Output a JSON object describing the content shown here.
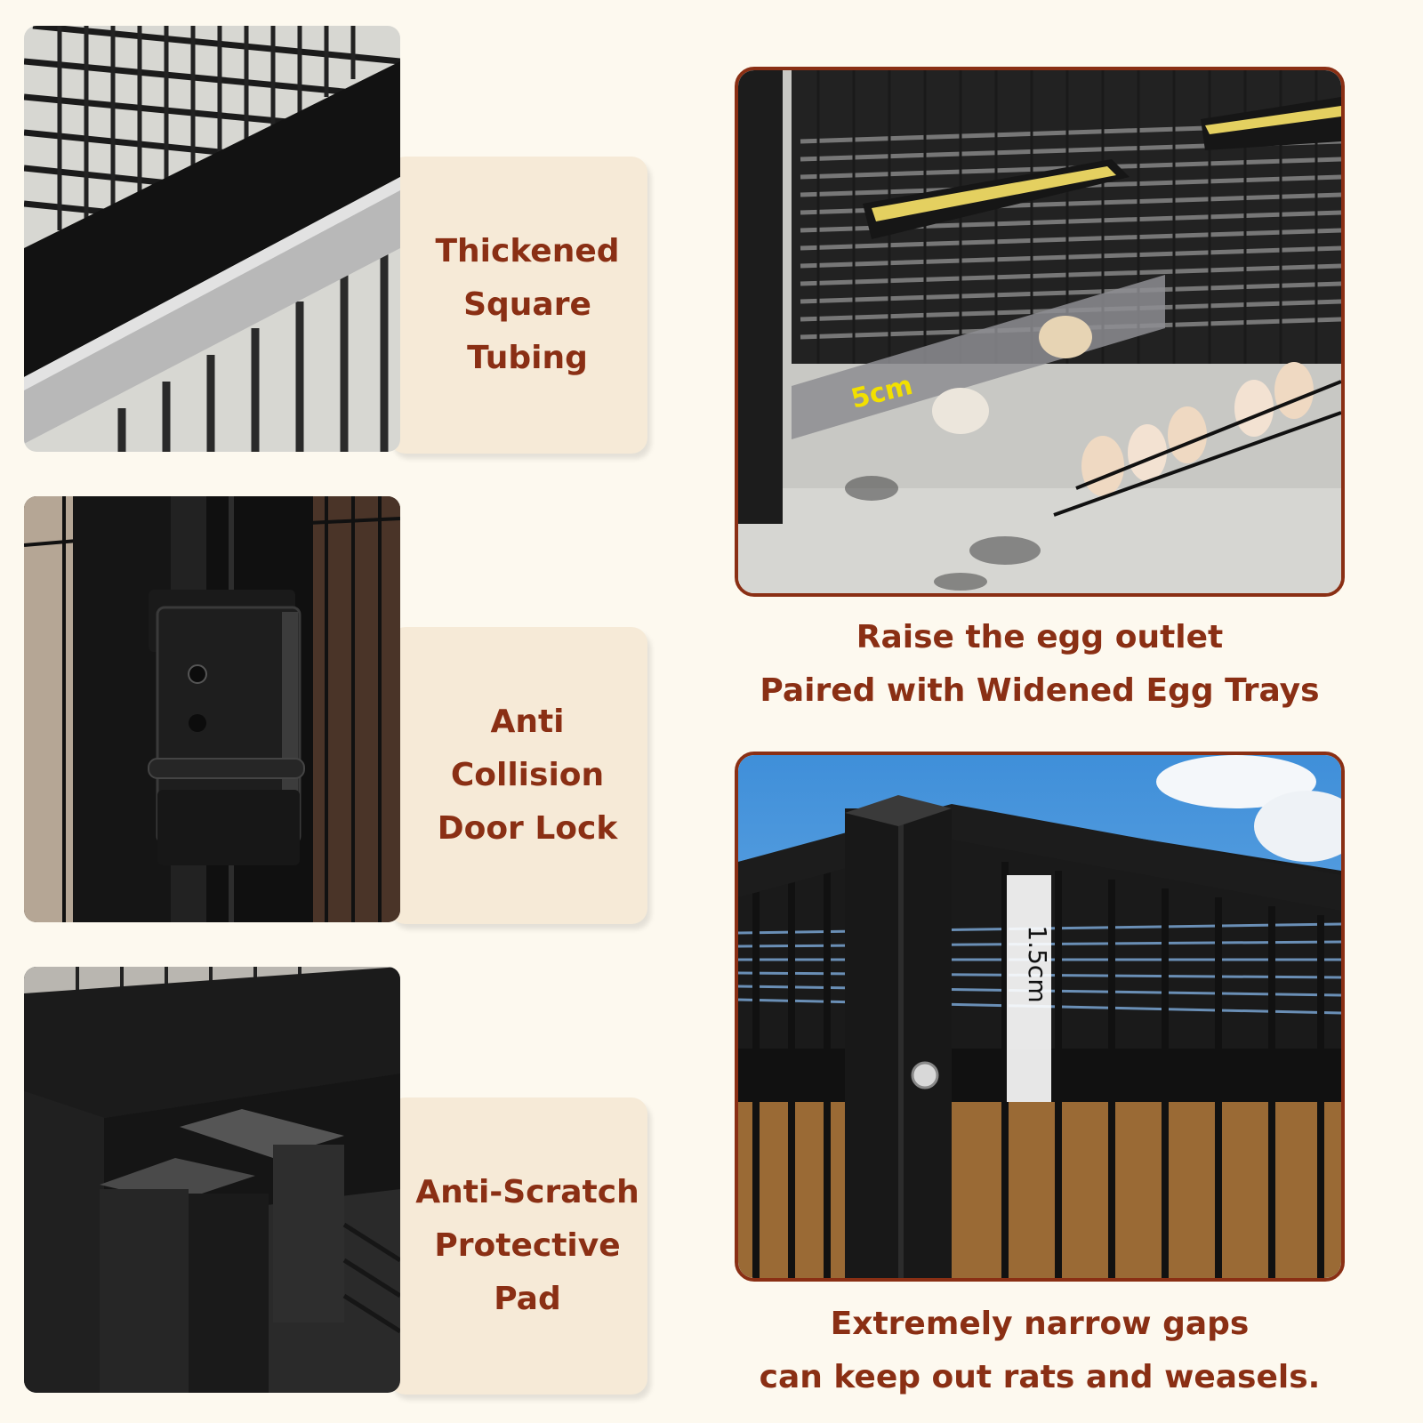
{
  "features": [
    {
      "lines": [
        "Thickened",
        "Square",
        "Tubing"
      ]
    },
    {
      "lines": [
        "Anti",
        "Collision",
        "Door Lock"
      ]
    },
    {
      "lines": [
        "Anti-Scratch",
        "Protective",
        "Pad"
      ]
    }
  ],
  "egg_panel": {
    "measure": "5cm",
    "caption": [
      "Raise the egg outlet",
      "Paired with Widened Egg Trays"
    ]
  },
  "gap_panel": {
    "measure": "1.5cm",
    "caption": [
      "Extremely narrow gaps",
      "can keep out rats and weasels."
    ]
  },
  "colors": {
    "accent": "#8a2f14",
    "card": "#f6ead7",
    "background": "#fdf9ef",
    "measure_text": "#f2e000"
  }
}
